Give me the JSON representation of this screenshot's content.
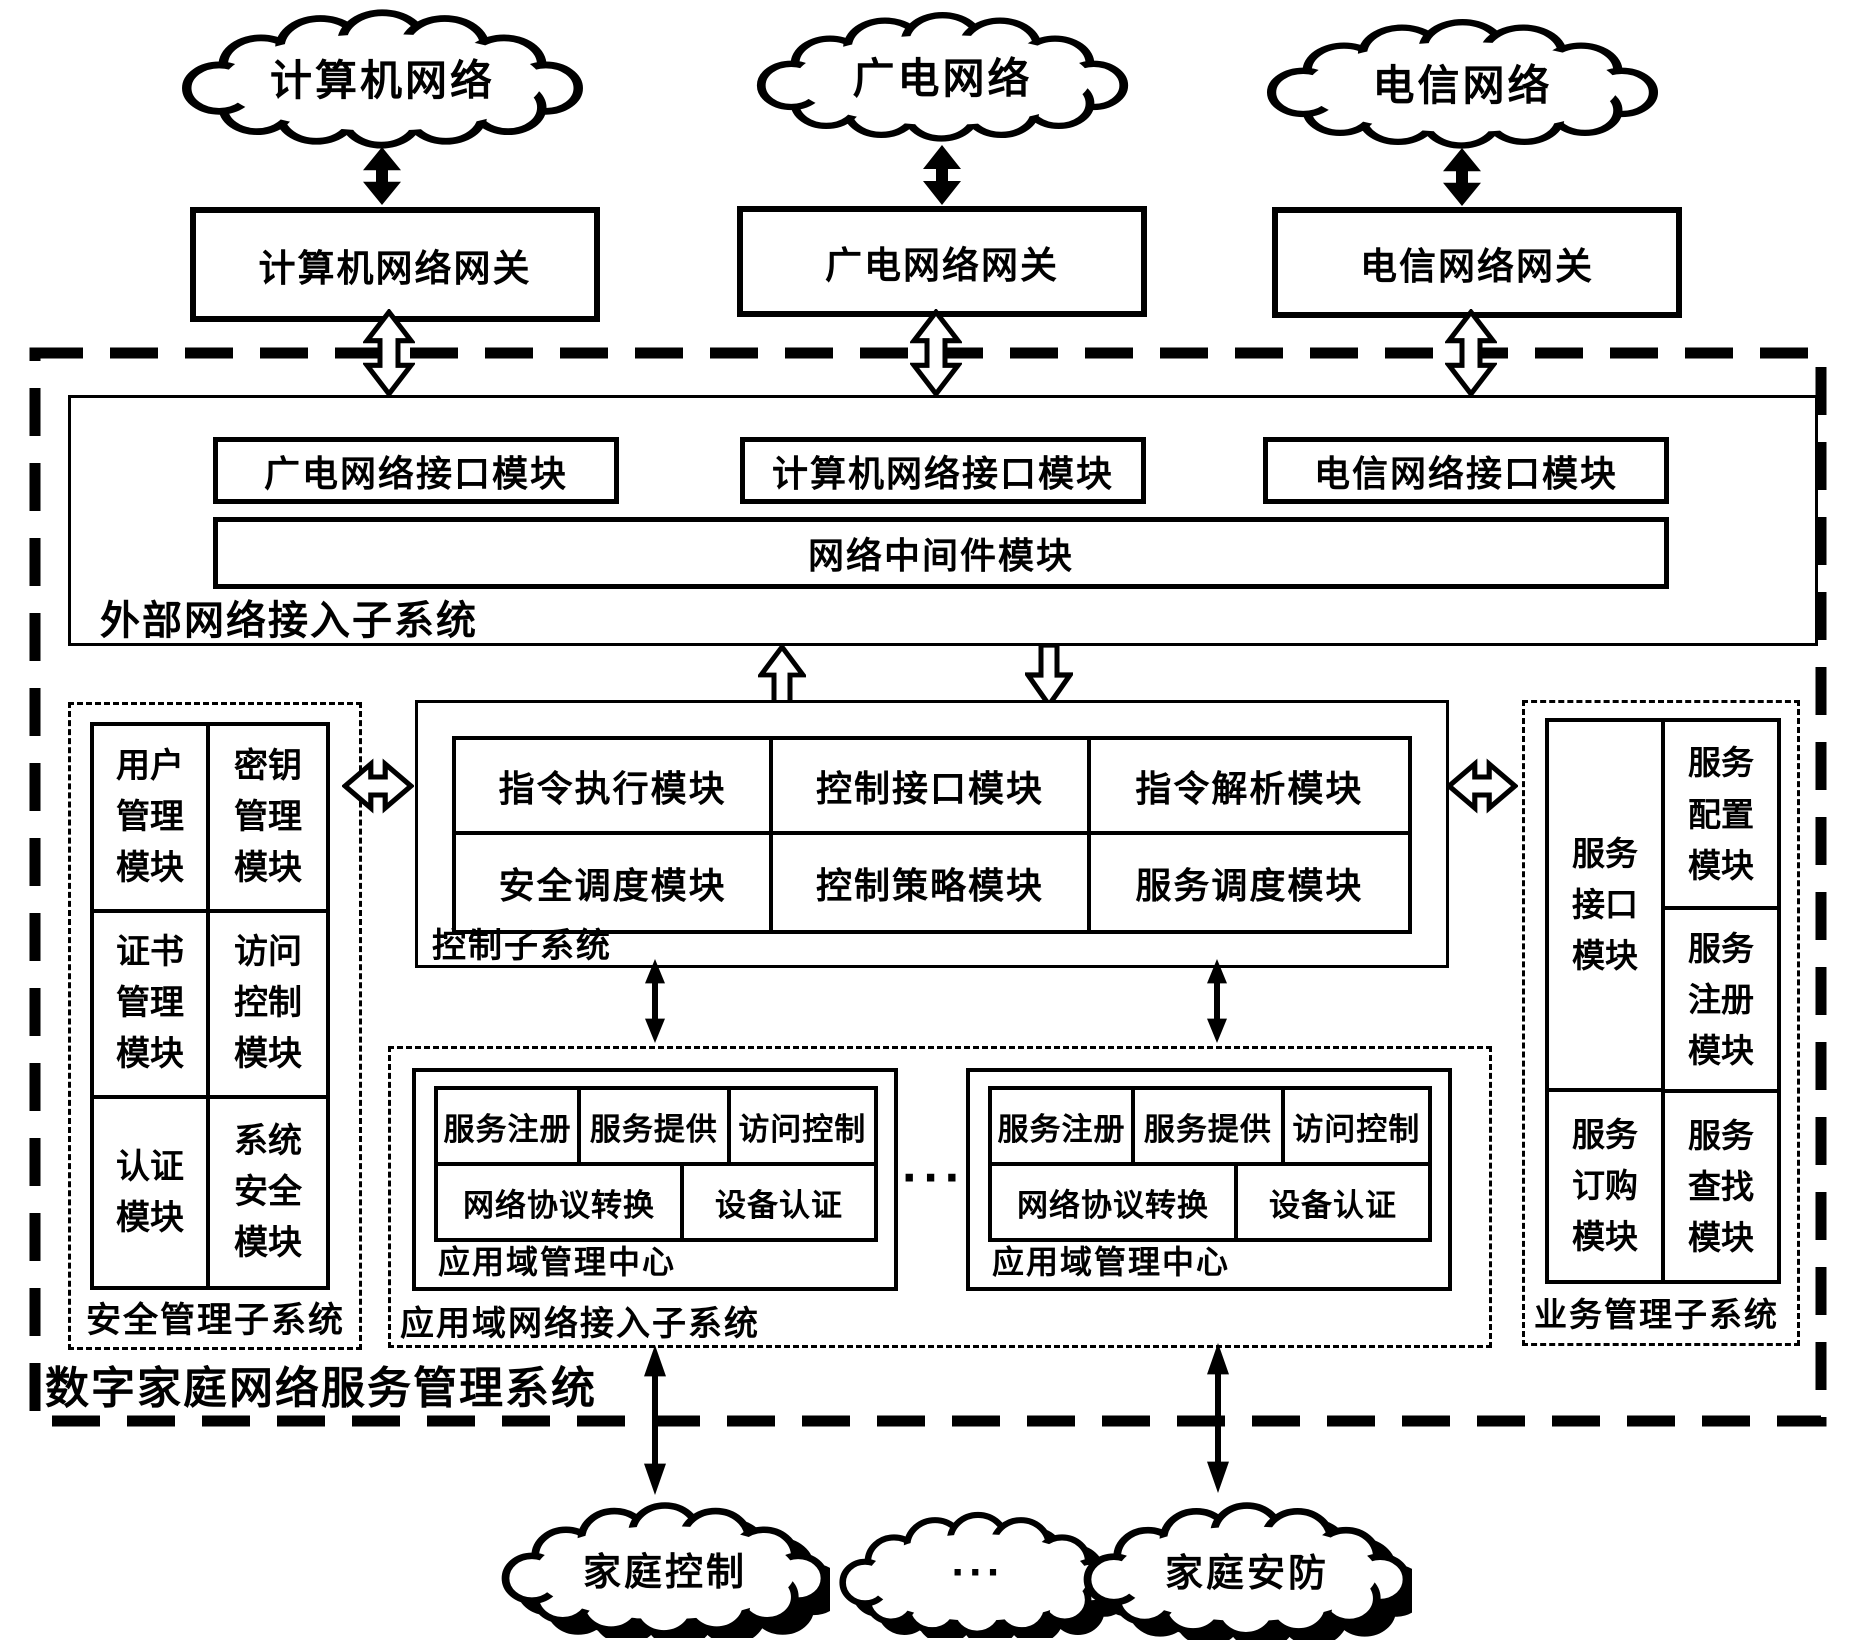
{
  "clouds_top": [
    {
      "label": "计算机网络"
    },
    {
      "label": "广电网络"
    },
    {
      "label": "电信网络"
    }
  ],
  "gateways": [
    {
      "label": "计算机网络网关"
    },
    {
      "label": "广电网络网关"
    },
    {
      "label": "电信网络网关"
    }
  ],
  "system": {
    "title": "数字家庭网络服务管理系统",
    "external_access": {
      "label": "外部网络接入子系统",
      "modules": [
        "广电网络接口模块",
        "计算机网络接口模块",
        "电信网络接口模块"
      ],
      "middleware": "网络中间件模块"
    },
    "security": {
      "label": "安全管理子系统",
      "modules": [
        "用户\n管理\n模块",
        "密钥\n管理\n模块",
        "证书\n管理\n模块",
        "访问\n控制\n模块",
        "认证\n模块",
        "系统\n安全\n模块"
      ]
    },
    "control": {
      "label": "控制子系统",
      "modules": [
        "指令执行模块",
        "控制接口模块",
        "指令解析模块",
        "安全调度模块",
        "控制策略模块",
        "服务调度模块"
      ]
    },
    "business": {
      "label": "业务管理子系统",
      "interface_module": "服务\n接口\n模块",
      "config_module": "服务\n配置\n模块",
      "register_module": "服务\n注册\n模块",
      "order_module": "服务\n订购\n模块",
      "lookup_module": "服务\n查找\n模块"
    },
    "app_domain": {
      "label": "应用域网络接入子系统",
      "ellipsis": "···",
      "centers": [
        {
          "label": "应用域管理中心",
          "services": [
            "服务注册",
            "服务提供",
            "访问控制"
          ],
          "protocol": "网络协议转换",
          "device_auth": "设备认证"
        },
        {
          "label": "应用域管理中心",
          "services": [
            "服务注册",
            "服务提供",
            "访问控制"
          ],
          "protocol": "网络协议转换",
          "device_auth": "设备认证"
        }
      ]
    }
  },
  "clouds_bottom": [
    {
      "label": "家庭控制"
    },
    {
      "label": "···"
    },
    {
      "label": "家庭安防"
    }
  ]
}
